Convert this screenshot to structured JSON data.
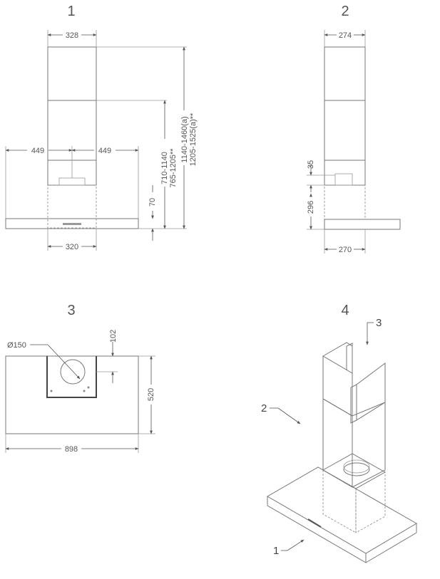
{
  "views": [
    {
      "number": "1",
      "dims": {
        "width_top": "328",
        "left": "449",
        "right": "449",
        "bottom": "320",
        "gap": "70",
        "h1": "710-1140",
        "h2": "765-1205**",
        "h3": "1140-1460(a)",
        "h4": "1205-1525(a)**"
      }
    },
    {
      "number": "2",
      "dims": {
        "width_top": "274",
        "gap": "35",
        "height": "296",
        "bottom": "270"
      }
    },
    {
      "number": "3",
      "dims": {
        "diameter": "Ø150",
        "offset": "102",
        "depth": "520",
        "width": "898"
      }
    },
    {
      "number": "4",
      "callouts": [
        "1",
        "2",
        "3"
      ]
    }
  ]
}
